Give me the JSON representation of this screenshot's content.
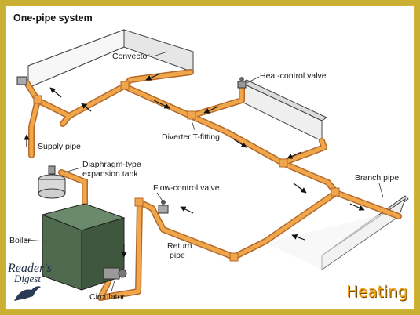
{
  "title": "One-pipe system",
  "labels": {
    "convector": "Convector",
    "heat_control_valve": "Heat-control valve",
    "supply_pipe": "Supply pipe",
    "diverter_t_fitting": "Diverter T-fitting",
    "diaphragm_line1": "Diaphragm-type",
    "diaphragm_line2": "expansion tank",
    "flow_control_valve": "Flow-control valve",
    "branch_pipe": "Branch pipe",
    "boiler": "Boiler",
    "return_line1": "Return",
    "return_line2": "pipe",
    "circulator": "Circulator"
  },
  "branding": {
    "logo_line1": "Reader's",
    "logo_line2": "Digest",
    "section_title": "Heating"
  },
  "colors": {
    "pipe": "#f0a64b",
    "pipe_outline": "#b5692a",
    "boiler": "#4f6a4f",
    "convector": "#e9e9e9",
    "frame": "#c9b032",
    "accent": "#f2a319"
  }
}
